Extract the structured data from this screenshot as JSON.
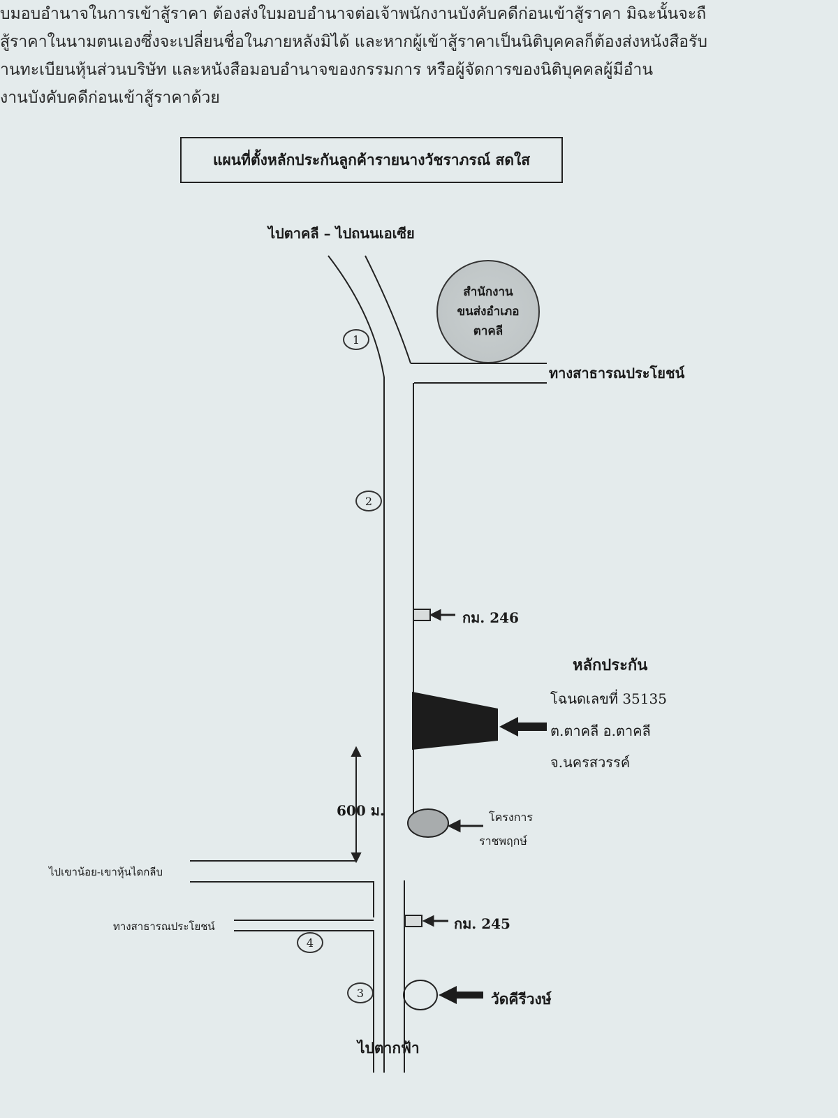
{
  "paragraph_lines": [
    "บมอบอำนาจในการเข้าสู้ราคา  ต้องส่งใบมอบอำนาจต่อเจ้าพนักงานบังคับคดีก่อนเข้าสู้ราคา  มิฉะนั้นจะถื",
    "สู้ราคาในนามตนเองซึ่งจะเปลี่ยนชื่อในภายหลังมิได้  และหากผู้เข้าสู้ราคาเป็นนิติบุคคลก็ต้องส่งหนังสือรับ",
    "านทะเบียนหุ้นส่วนบริษัท   และหนังสือมอบอำนาจของกรรมการ  หรือผู้จัดการของนิติบุคคลผู้มีอำน",
    "งานบังคับคดีก่อนเข้าสู้ราคาด้วย"
  ],
  "map": {
    "title": "แผนที่ตั้งหลักประกันลูกค้ารายนางวัชราภรณ์   สดใส",
    "top_road_label": "ไปตาคลี – ไปถนนเอเซีย",
    "bottom_road_label": "ไปตากฟ้า",
    "office": {
      "line1": "สำนักงาน",
      "line2": "ขนส่งอำเภอ",
      "line3": "ตาคลี"
    },
    "public_road_right": "ทางสาธารณประโยชน์",
    "public_road_left": "ทางสาธารณประโยชน์",
    "left_road_label": "ไปเขาน้อย-เขาหุ้นไดกลีบ",
    "km_markers": {
      "upper": "กม. 246",
      "lower": "กม. 245"
    },
    "collateral": {
      "heading": "หลักประกัน",
      "deed": "โฉนดเลขที่   35135",
      "district": "ต.ตาคลี    อ.ตาคลี",
      "province": "จ.นครสวรรค์"
    },
    "distance": "600  ม.",
    "project": {
      "line1": "โครงการ",
      "line2": "ราชพฤกษ์"
    },
    "temple": "วัดคีรีวงษ์",
    "route_numbers": [
      "1",
      "2",
      "3",
      "4"
    ]
  }
}
